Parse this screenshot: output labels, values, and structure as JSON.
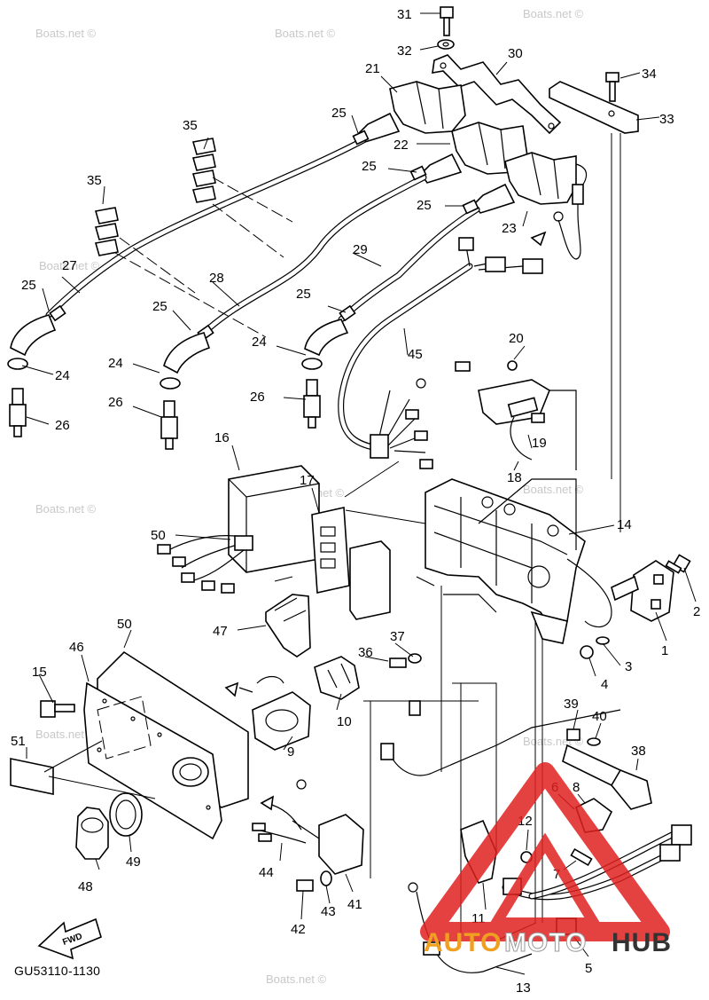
{
  "diagram": {
    "drawing_code": "GU53110-1130",
    "direction_label": "FWD",
    "watermark_text": "Boats.net ©",
    "branding": {
      "auto": "AUTO",
      "moto": "MOTO",
      "hub": "HUB",
      "auto_color": "#f0a020",
      "moto_color": "#ffffff",
      "hub_color": "#333333",
      "triangle_color": "#e02020"
    },
    "callouts": {
      "c1": "1",
      "c2": "2",
      "c3": "3",
      "c4": "4",
      "c5": "5",
      "c6": "6",
      "c7": "7",
      "c8": "8",
      "c9": "9",
      "c10": "10",
      "c11": "11",
      "c12": "12",
      "c13": "13",
      "c14": "14",
      "c15": "15",
      "c16": "16",
      "c17": "17",
      "c18": "18",
      "c19": "19",
      "c20": "20",
      "c21": "21",
      "c22": "22",
      "c23": "23",
      "c24a": "24",
      "c24b": "24",
      "c24c": "24",
      "c25a": "25",
      "c25b": "25",
      "c25c": "25",
      "c25d": "25",
      "c25e": "25",
      "c25f": "25",
      "c26a": "26",
      "c26b": "26",
      "c26c": "26",
      "c27": "27",
      "c28": "28",
      "c29": "29",
      "c30": "30",
      "c31": "31",
      "c32": "32",
      "c33": "33",
      "c34": "34",
      "c35a": "35",
      "c35b": "35",
      "c36": "36",
      "c37": "37",
      "c38": "38",
      "c39": "39",
      "c40": "40",
      "c41": "41",
      "c42": "42",
      "c43": "43",
      "c44": "44",
      "c45": "45",
      "c46": "46",
      "c47": "47",
      "c48": "48",
      "c49": "49",
      "c50a": "50",
      "c50b": "50",
      "c51": "51"
    }
  }
}
